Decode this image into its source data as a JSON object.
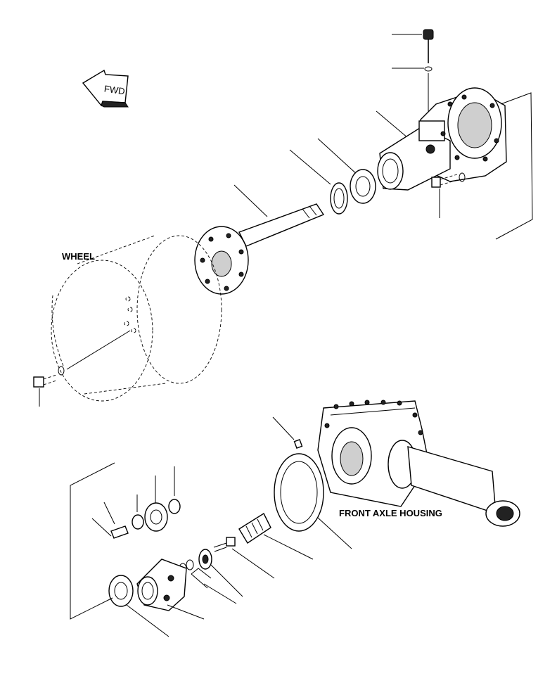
{
  "diagram": {
    "labels": {
      "wheel": "WHEEL",
      "front_axle_housing": "FRONT AXLE HOUSING",
      "fwd_arrow": "FWD"
    }
  }
}
